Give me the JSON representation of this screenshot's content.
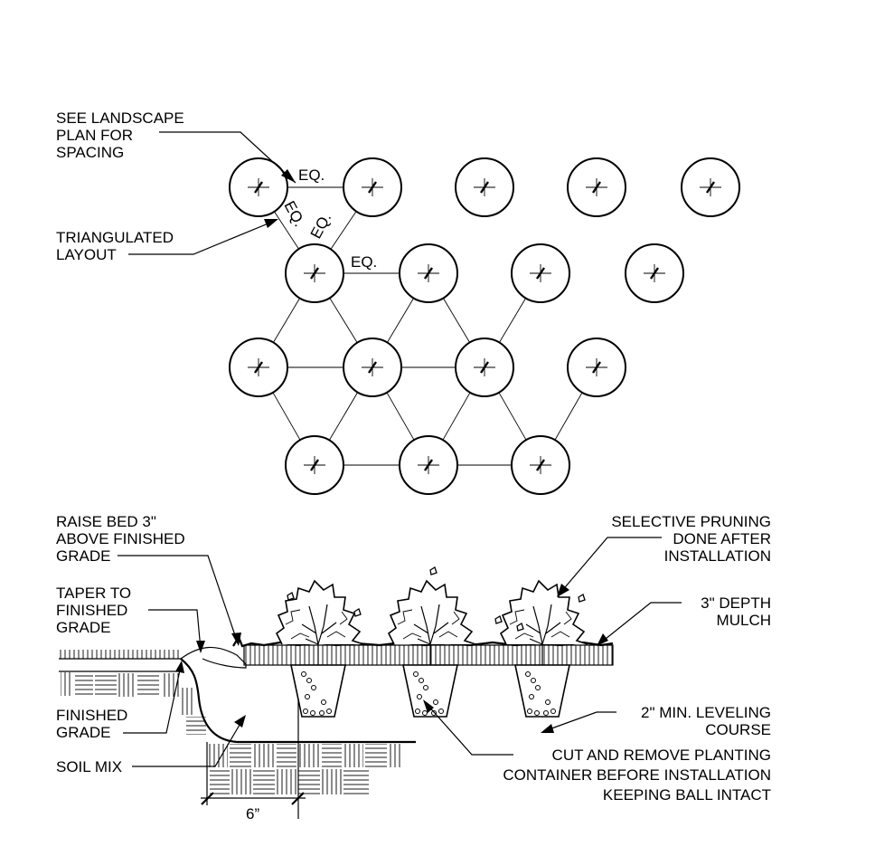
{
  "plan_labels": {
    "spacing_note": [
      "SEE LANDSCAPE",
      "PLAN FOR",
      "SPACING"
    ],
    "layout_note": [
      "TRIANGULATED",
      "LAYOUT"
    ],
    "eq": "EQ."
  },
  "section_labels": {
    "raise_bed": [
      "RAISE BED 3\"",
      "ABOVE FINISHED",
      "GRADE"
    ],
    "taper": [
      "TAPER TO",
      "FINISHED",
      "GRADE"
    ],
    "finished_grade": [
      "FINISHED",
      "GRADE"
    ],
    "soil_mix": "SOIL MIX",
    "pruning": [
      "SELECTIVE PRUNING",
      "DONE AFTER",
      "INSTALLATION"
    ],
    "mulch": [
      "3\" DEPTH",
      "MULCH"
    ],
    "leveling": [
      "2\" MIN. LEVELING",
      "COURSE"
    ],
    "container": [
      "CUT AND REMOVE PLANTING",
      "CONTAINER BEFORE INSTALLATION",
      "KEEPING BALL INTACT"
    ],
    "dimension": "6”"
  }
}
